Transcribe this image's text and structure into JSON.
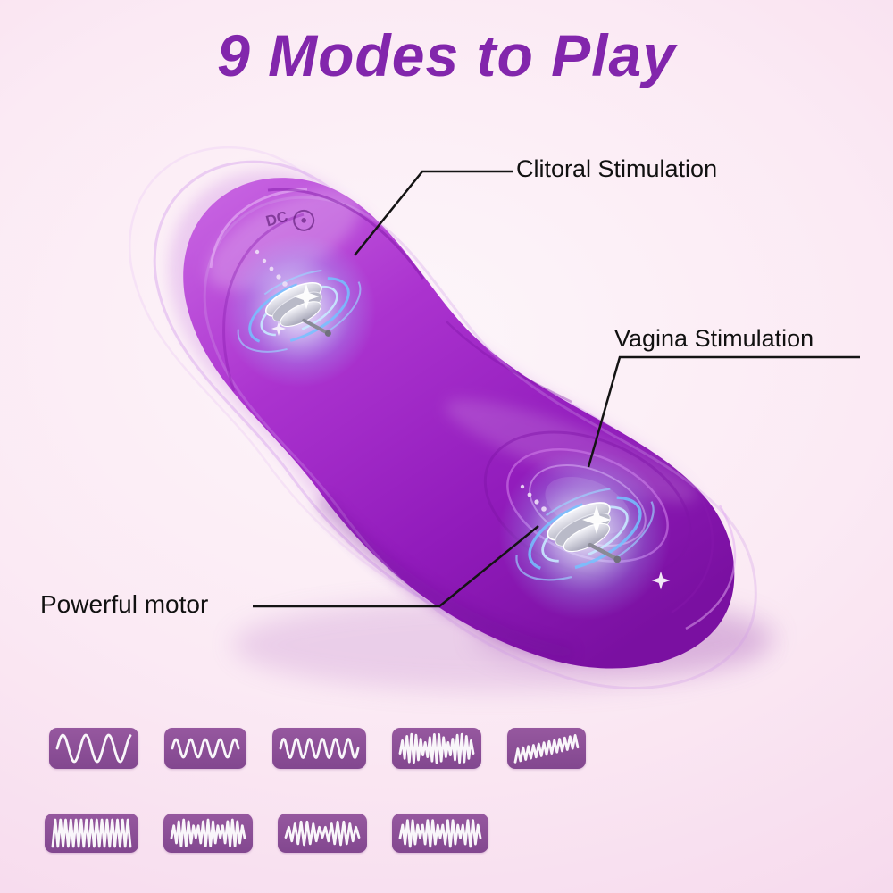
{
  "title": "9 Modes to Play",
  "labels": {
    "clitoral": "Clitoral Stimulation",
    "vagina": "Vagina Stimulation",
    "motor": "Powerful motor"
  },
  "device": {
    "name": "wearable-vibrator",
    "marking": "DC"
  },
  "colors": {
    "background_pink": "#f7dcee",
    "title_purple": "#8226ac",
    "device_purple": "#a32bc9",
    "badge_purple": "#8a4f97",
    "glow_blue": "#8fd0ff",
    "callout_line": "#141414"
  },
  "modes": [
    {
      "name": "mode-1-slow-sine",
      "icon": "waveform-sine-wide-icon",
      "wave": {
        "kind": "sine",
        "cycles": 3.2,
        "amp": 15
      }
    },
    {
      "name": "mode-2-medium-sine",
      "icon": "waveform-sine-medium-icon",
      "wave": {
        "kind": "sine",
        "cycles": 4.5,
        "amp": 10
      }
    },
    {
      "name": "mode-3-fast-sine",
      "icon": "waveform-sine-dense-icon",
      "wave": {
        "kind": "sine",
        "cycles": 6,
        "amp": 10.5
      }
    },
    {
      "name": "mode-4-pulse-burst",
      "icon": "waveform-burst-icon",
      "wave": {
        "kind": "zigmod",
        "cycles": 16,
        "amp": 16,
        "groups": 3
      }
    },
    {
      "name": "mode-5-rising-zigzag",
      "icon": "waveform-rising-zigzag-icon",
      "wave": {
        "kind": "slant",
        "cycles": 12,
        "amp": 7
      }
    },
    {
      "name": "mode-6-dense-zigzag",
      "icon": "waveform-zigzag-dense-icon",
      "wave": {
        "kind": "zig",
        "cycles": 15,
        "amp": 15
      }
    },
    {
      "name": "mode-7-strong-burst",
      "icon": "waveform-strong-burst-icon",
      "wave": {
        "kind": "zigmod",
        "cycles": 15,
        "amp": 15,
        "groups": 3
      }
    },
    {
      "name": "mode-8-mixed-zigzag",
      "icon": "waveform-mixed-icon",
      "wave": {
        "kind": "zigmod",
        "cycles": 12,
        "amp": 13,
        "groups": 2
      }
    },
    {
      "name": "mode-9-random-burst",
      "icon": "waveform-random-burst-icon",
      "wave": {
        "kind": "zigmod",
        "cycles": 16,
        "amp": 15,
        "groups": 4
      }
    }
  ]
}
